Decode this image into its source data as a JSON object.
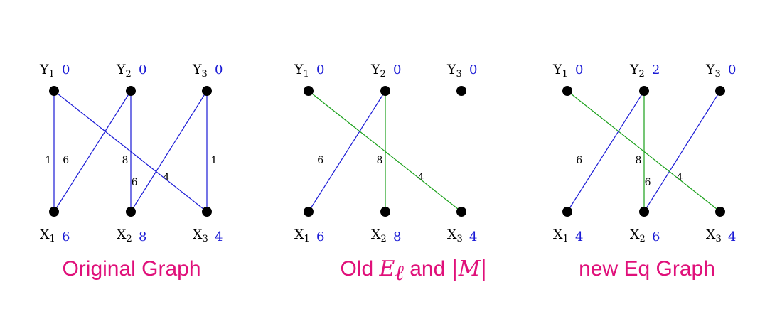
{
  "graphs": [
    {
      "caption_parts": [
        {
          "text": "Original Graph",
          "math": false
        }
      ],
      "colors": {
        "matched": "#1aa01a",
        "unmatched": "#1a1ad6"
      },
      "nodes": {
        "Y1": {
          "letter": "Y",
          "sub": "1",
          "val": "0"
        },
        "Y2": {
          "letter": "Y",
          "sub": "2",
          "val": "0"
        },
        "Y3": {
          "letter": "Y",
          "sub": "3",
          "val": "0"
        },
        "X1": {
          "letter": "X",
          "sub": "1",
          "val": "6"
        },
        "X2": {
          "letter": "X",
          "sub": "2",
          "val": "8"
        },
        "X3": {
          "letter": "X",
          "sub": "3",
          "val": "4"
        }
      },
      "edges": [
        {
          "from": "Y1",
          "to": "X1",
          "weight": "1",
          "matched": false
        },
        {
          "from": "Y2",
          "to": "X1",
          "weight": "6",
          "matched": false
        },
        {
          "from": "Y2",
          "to": "X2",
          "weight": "8",
          "matched": false
        },
        {
          "from": "Y3",
          "to": "X2",
          "weight": "6",
          "matched": false
        },
        {
          "from": "Y1",
          "to": "X3",
          "weight": "4",
          "matched": false
        },
        {
          "from": "Y3",
          "to": "X3",
          "weight": "1",
          "matched": false
        }
      ]
    },
    {
      "caption_parts": [
        {
          "text": "Old ",
          "math": false
        },
        {
          "text": "E",
          "math": true
        },
        {
          "text": "ℓ",
          "math": true,
          "subscript": true
        },
        {
          "text": " and ",
          "math": false
        },
        {
          "text": "|M|",
          "math": true
        }
      ],
      "colors": {
        "matched": "#1aa01a",
        "unmatched": "#1a1ad6"
      },
      "nodes": {
        "Y1": {
          "letter": "Y",
          "sub": "1",
          "val": "0"
        },
        "Y2": {
          "letter": "Y",
          "sub": "2",
          "val": "0"
        },
        "Y3": {
          "letter": "Y",
          "sub": "3",
          "val": "0"
        },
        "X1": {
          "letter": "X",
          "sub": "1",
          "val": "6"
        },
        "X2": {
          "letter": "X",
          "sub": "2",
          "val": "8"
        },
        "X3": {
          "letter": "X",
          "sub": "3",
          "val": "4"
        }
      },
      "edges": [
        {
          "from": "Y2",
          "to": "X1",
          "weight": "6",
          "matched": false
        },
        {
          "from": "Y2",
          "to": "X2",
          "weight": "8",
          "matched": true
        },
        {
          "from": "Y1",
          "to": "X3",
          "weight": "4",
          "matched": true
        }
      ]
    },
    {
      "caption_parts": [
        {
          "text": "new Eq Graph",
          "math": false
        }
      ],
      "colors": {
        "matched": "#1aa01a",
        "unmatched": "#1a1ad6"
      },
      "nodes": {
        "Y1": {
          "letter": "Y",
          "sub": "1",
          "val": "0"
        },
        "Y2": {
          "letter": "Y",
          "sub": "2",
          "val": "2"
        },
        "Y3": {
          "letter": "Y",
          "sub": "3",
          "val": "0"
        },
        "X1": {
          "letter": "X",
          "sub": "1",
          "val": "4"
        },
        "X2": {
          "letter": "X",
          "sub": "2",
          "val": "6"
        },
        "X3": {
          "letter": "X",
          "sub": "3",
          "val": "4"
        }
      },
      "edges": [
        {
          "from": "Y2",
          "to": "X1",
          "weight": "6",
          "matched": false
        },
        {
          "from": "Y2",
          "to": "X2",
          "weight": "8",
          "matched": true
        },
        {
          "from": "Y3",
          "to": "X2",
          "weight": "6",
          "matched": false
        },
        {
          "from": "Y1",
          "to": "X3",
          "weight": "4",
          "matched": true
        }
      ]
    }
  ]
}
